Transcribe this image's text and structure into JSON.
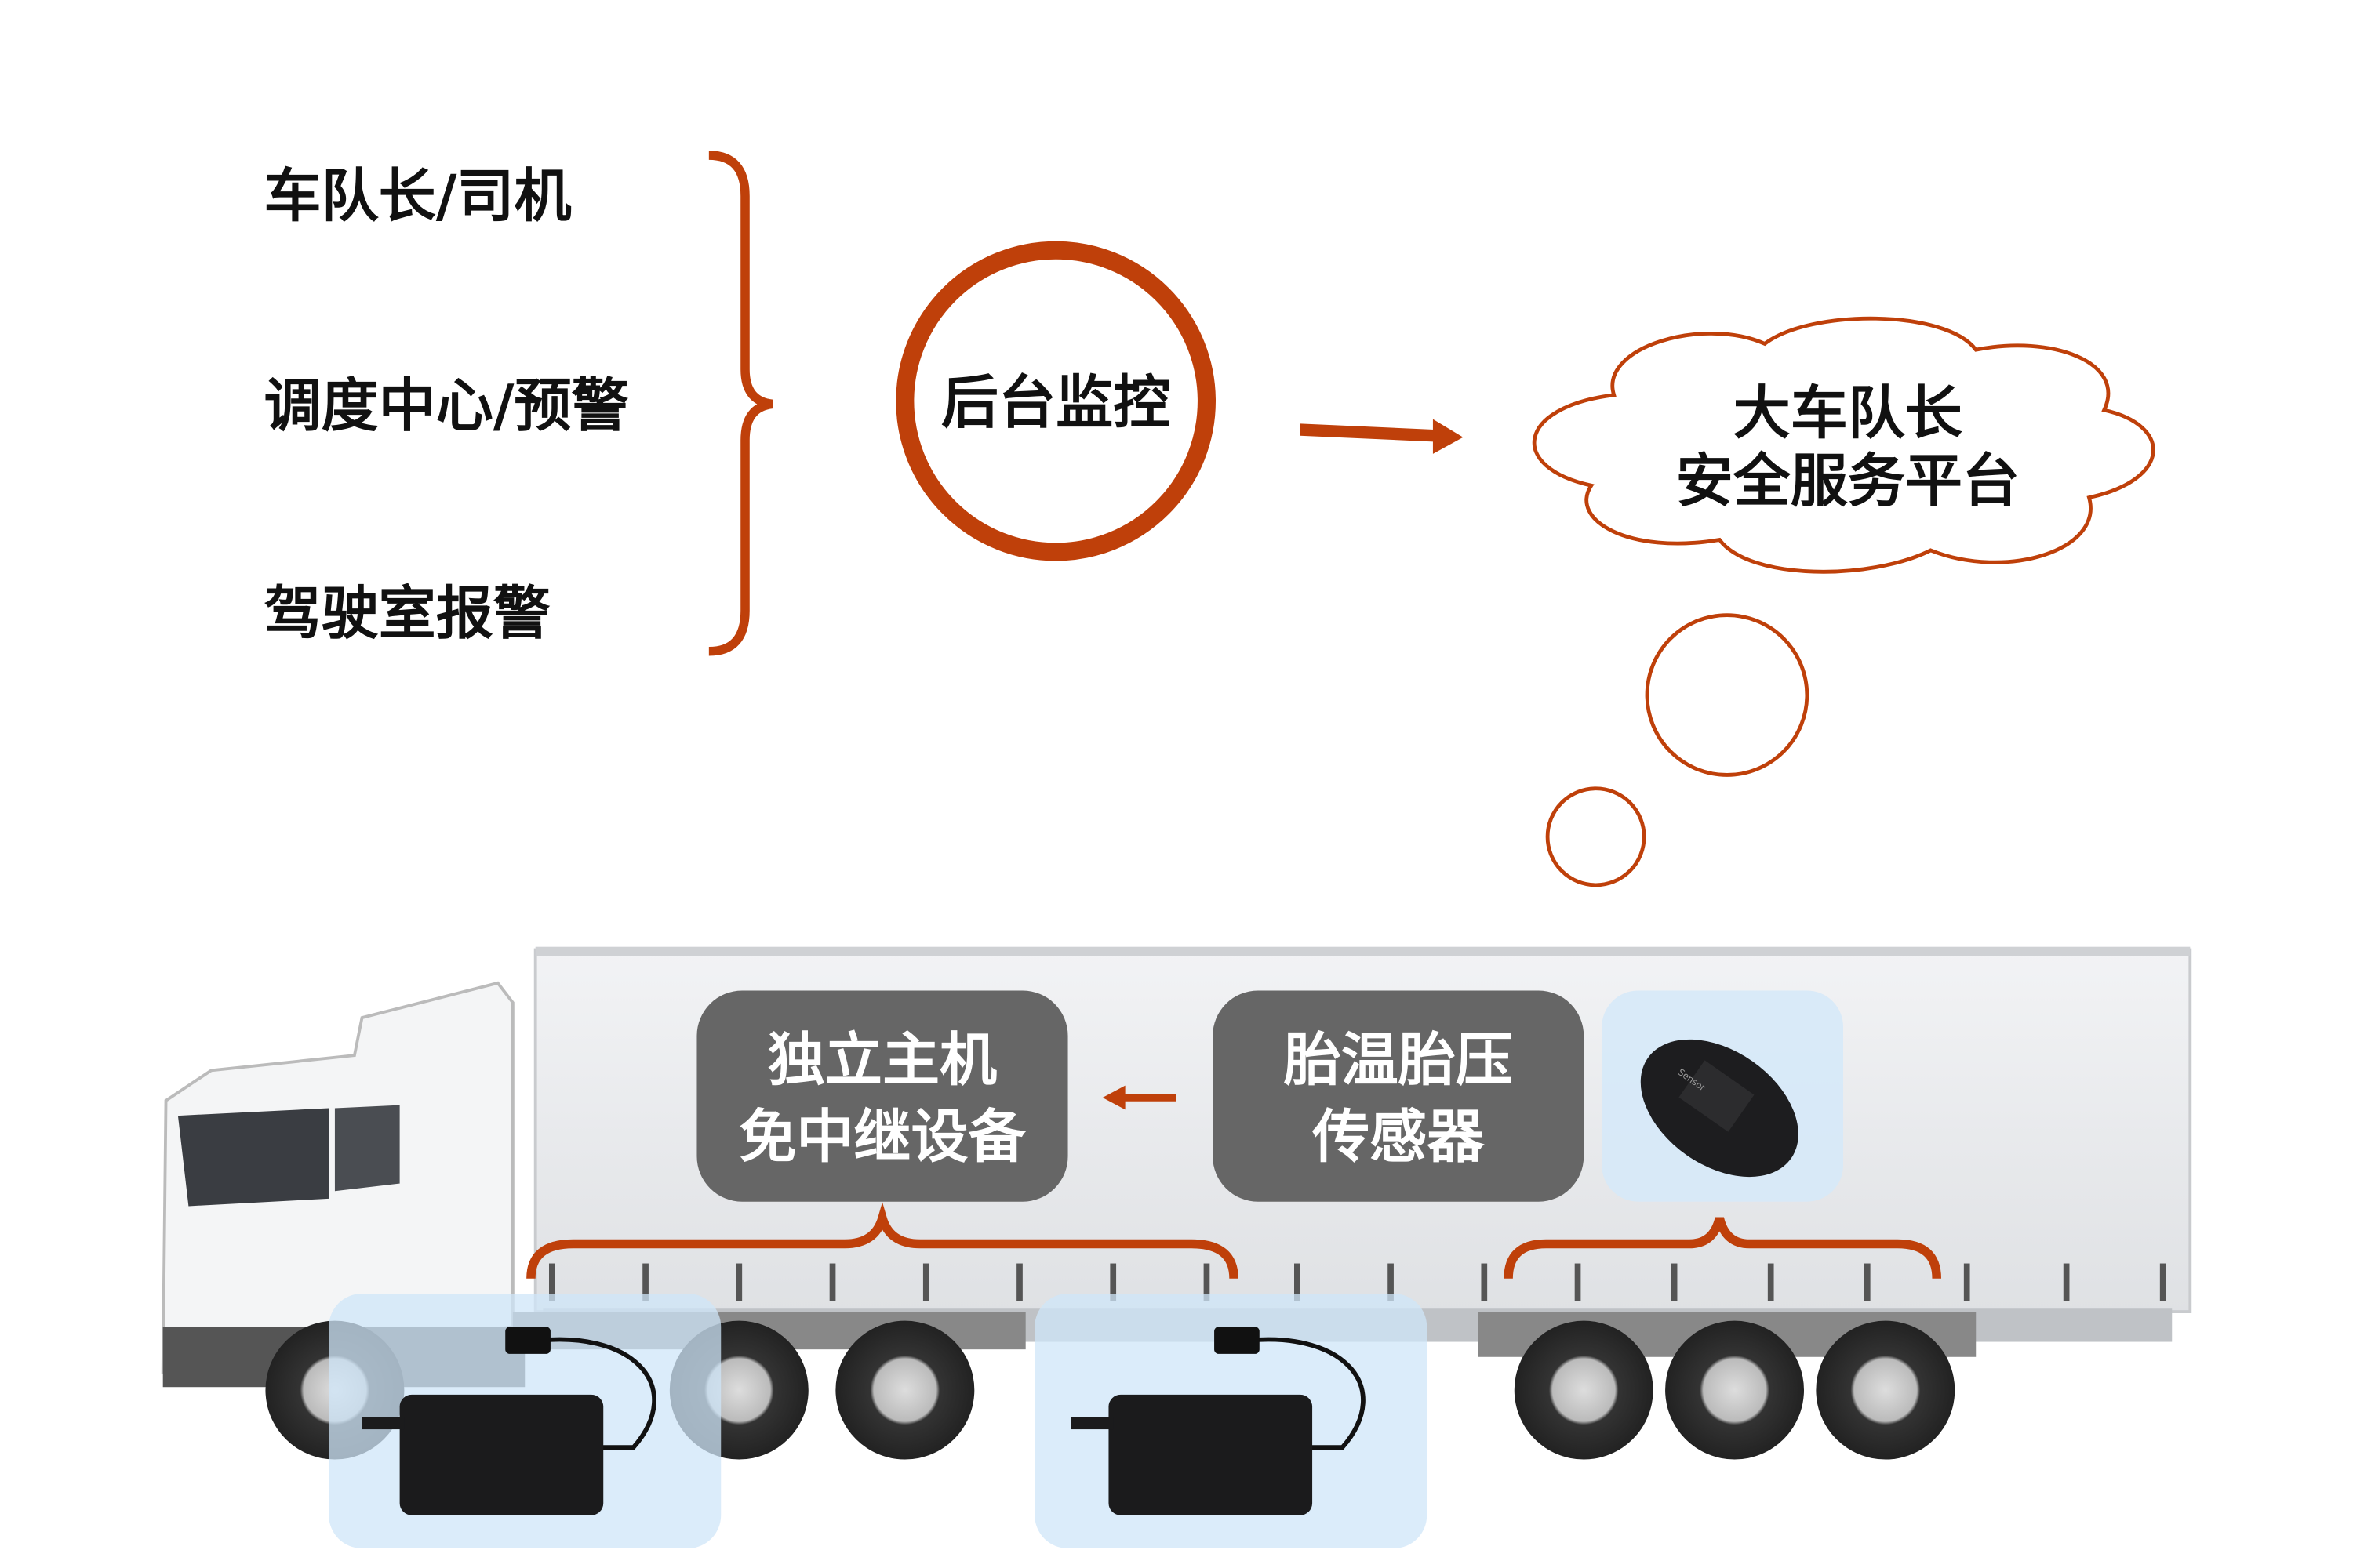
{
  "left_roles": [
    "车队长/司机",
    "调度中心/预警",
    "驾驶室报警"
  ],
  "center": {
    "label": "后台监控"
  },
  "cloud": {
    "line1": "大车队长",
    "line2": "安全服务平台"
  },
  "truck": {
    "host_box": {
      "line1": "独立主机",
      "line2": "免中继设备"
    },
    "sensor_box": {
      "line1": "胎温胎压",
      "line2": "传感器"
    },
    "sensor_brand": "Sensor"
  },
  "colors": {
    "accent": "#BF400A",
    "box": "#666666",
    "highlight": "#D6E9F8"
  }
}
